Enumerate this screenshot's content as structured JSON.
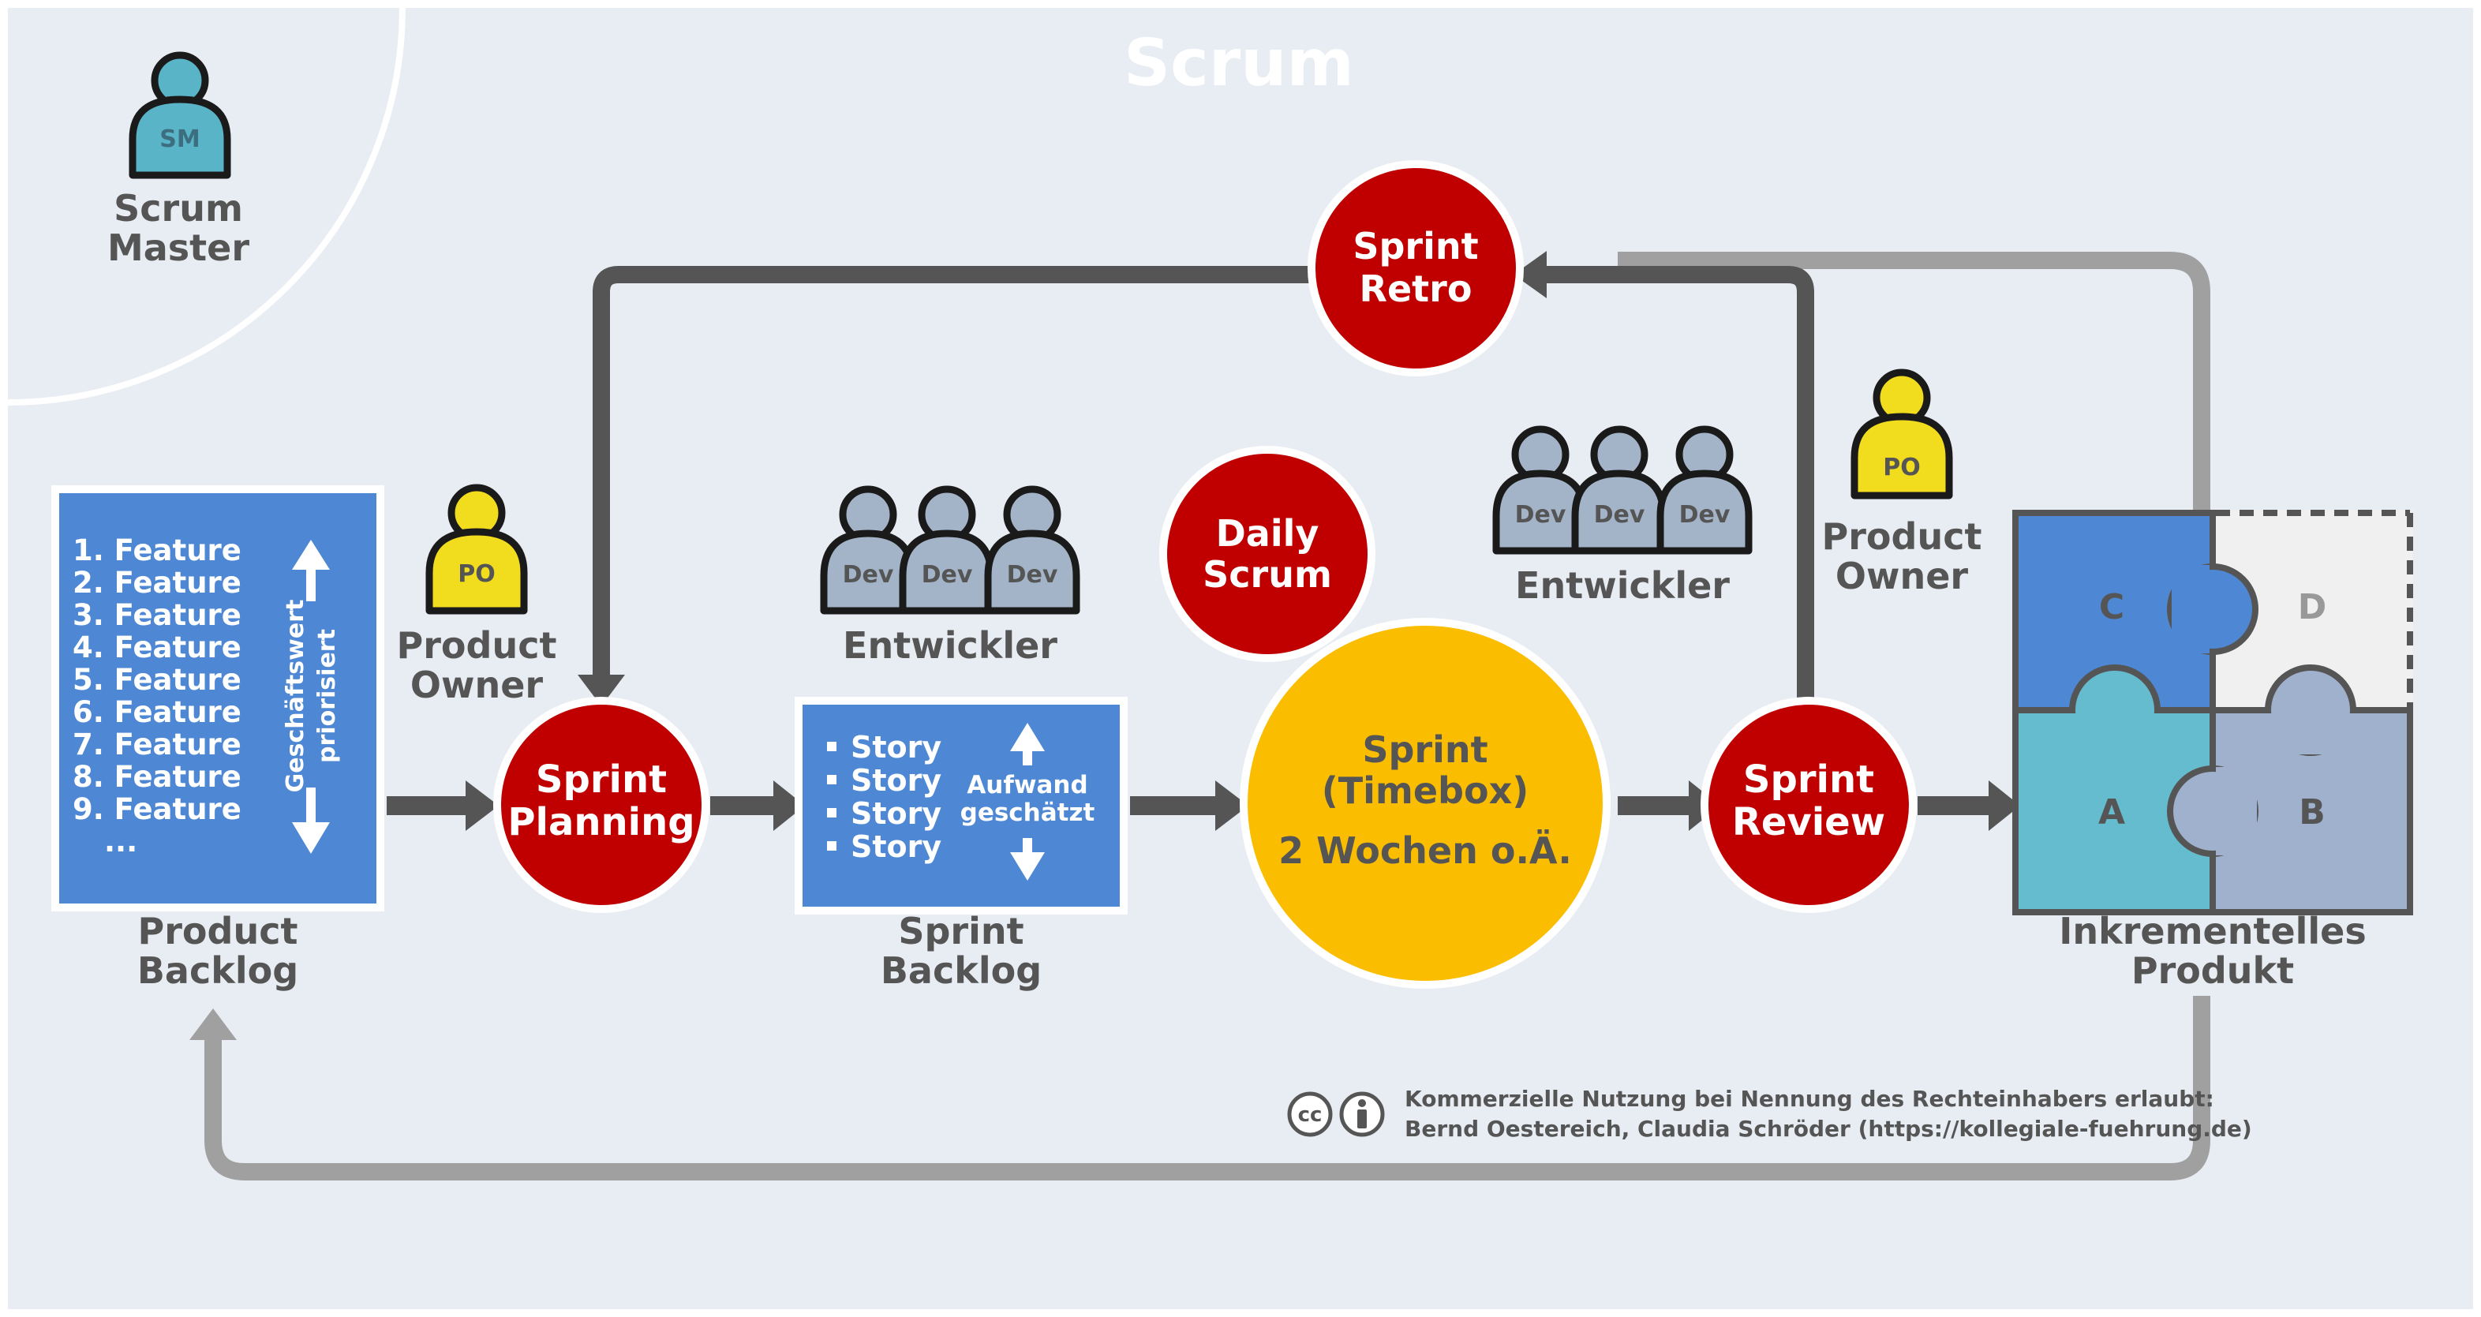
{
  "title": "Scrum",
  "scrum_master": {
    "badge": "SM",
    "label_line1": "Scrum",
    "label_line2": "Master"
  },
  "product_backlog": {
    "items": [
      "1. Feature",
      "2. Feature",
      "3. Feature",
      "4. Feature",
      "5. Feature",
      "6. Feature",
      "7. Feature",
      "8. Feature",
      "9. Feature",
      "..."
    ],
    "side_label_line1": "Geschäftswert",
    "side_label_line2": "priorisiert",
    "label_line1": "Product",
    "label_line2": "Backlog"
  },
  "product_owner_left": {
    "badge": "PO",
    "label_line1": "Product",
    "label_line2": "Owner"
  },
  "product_owner_right": {
    "badge": "PO",
    "label_line1": "Product",
    "label_line2": "Owner"
  },
  "sprint_planning": {
    "line1": "Sprint",
    "line2": "Planning"
  },
  "sprint_backlog": {
    "items": [
      "Story",
      "Story",
      "Story",
      "Story"
    ],
    "side_label_line1": "Aufwand",
    "side_label_line2": "geschätzt",
    "label_line1": "Sprint",
    "label_line2": "Backlog"
  },
  "developers_left": {
    "badges": [
      "Dev",
      "Dev",
      "Dev"
    ],
    "label": "Entwickler"
  },
  "developers_right": {
    "badges": [
      "Dev",
      "Dev",
      "Dev"
    ],
    "label": "Entwickler"
  },
  "daily_scrum": {
    "line1": "Daily",
    "line2": "Scrum"
  },
  "sprint": {
    "line1": "Sprint",
    "line2": "(Timebox)",
    "line3": "2 Wochen o.Ä."
  },
  "sprint_review": {
    "line1": "Sprint",
    "line2": "Review"
  },
  "sprint_retro": {
    "line1": "Sprint",
    "line2": "Retro"
  },
  "increment": {
    "pieces": [
      "C",
      "D",
      "A",
      "B"
    ],
    "label_line1": "Inkrementelles",
    "label_line2": "Produkt"
  },
  "license": {
    "cc_symbol": "cc",
    "line1": "Kommerzielle Nutzung bei Nennung des Rechteinhabers erlaubt:",
    "line2": "Bernd Oestereich, Claudia Schröder (https://kollegiale-fuehrung.de)"
  },
  "colors": {
    "background": "#e8edf3",
    "dark_arrow": "#555555",
    "light_arrow": "#a0a0a0",
    "red_circle": "#c00000",
    "yellow_circle": "#fbbd00",
    "backlog_blue": "#4e88d4",
    "sm_cyan": "#5ab4c8",
    "po_yellow": "#f2dc1e",
    "dev_gray": "#a4b4c8",
    "piece_c": "#4e88d4",
    "piece_d": "#f0f0f0",
    "piece_a": "#66bccf",
    "piece_b": "#9fb1cc",
    "text_dark": "#555555"
  }
}
